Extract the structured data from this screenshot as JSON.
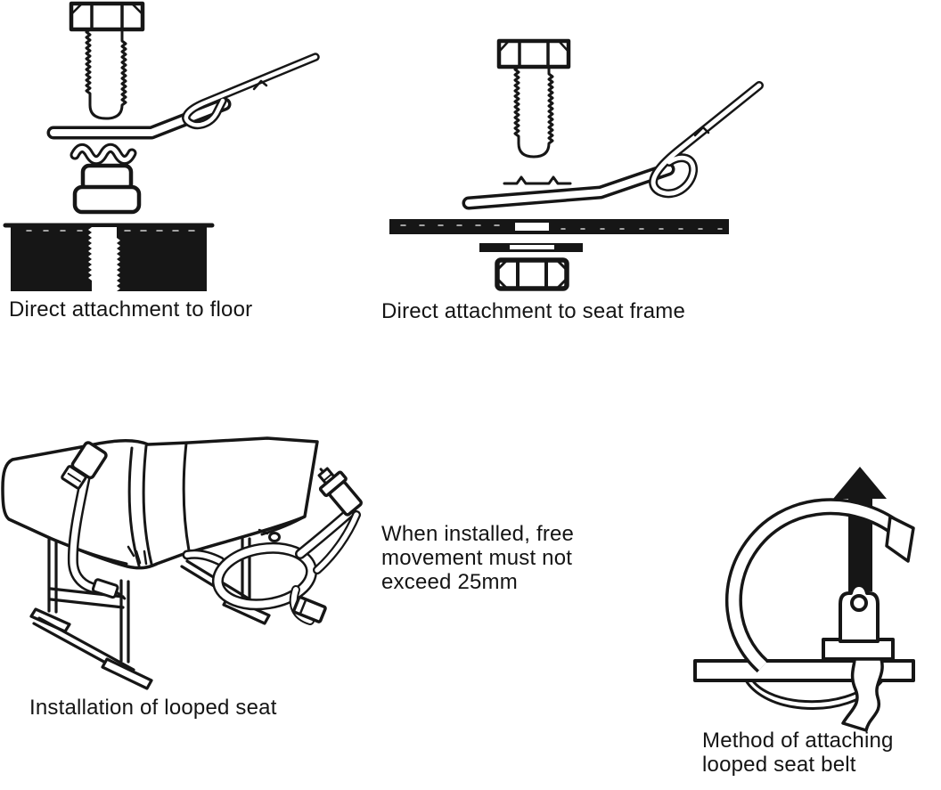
{
  "page": {
    "background": "#ffffff",
    "ink": "#161616",
    "description": "Seat belt anchorage installation illustrations"
  },
  "figures": [
    {
      "id": "floor-attachment",
      "caption": "Direct attachment to floor",
      "parts": [
        "hex-bolt",
        "anchor-plate",
        "belt-strap",
        "wave-washer",
        "spacer-bush",
        "floor-panel"
      ]
    },
    {
      "id": "seat-frame-attachment",
      "caption": "Direct attachment to seat frame",
      "parts": [
        "hex-bolt",
        "lock-washer-mark",
        "anchor-plate",
        "belt-loop",
        "seat-frame-bar",
        "washer-plate",
        "hex-nut"
      ]
    },
    {
      "id": "looped-seat-installation",
      "caption": "Installation of looped seat",
      "note": "When installed, free\nmovement must not\nexceed 25mm",
      "parts": [
        "seat-cushion",
        "seat-frame-legs",
        "backrest-belt",
        "looped-belt",
        "anchor-fitting",
        "belt-adjuster"
      ]
    },
    {
      "id": "looped-belt-method",
      "caption": "Method of attaching\nlooped seat belt",
      "parts": [
        "up-arrow",
        "belt-loop",
        "frame-rail",
        "buckle-tongue",
        "washer-plate",
        "belt-tail"
      ]
    }
  ]
}
